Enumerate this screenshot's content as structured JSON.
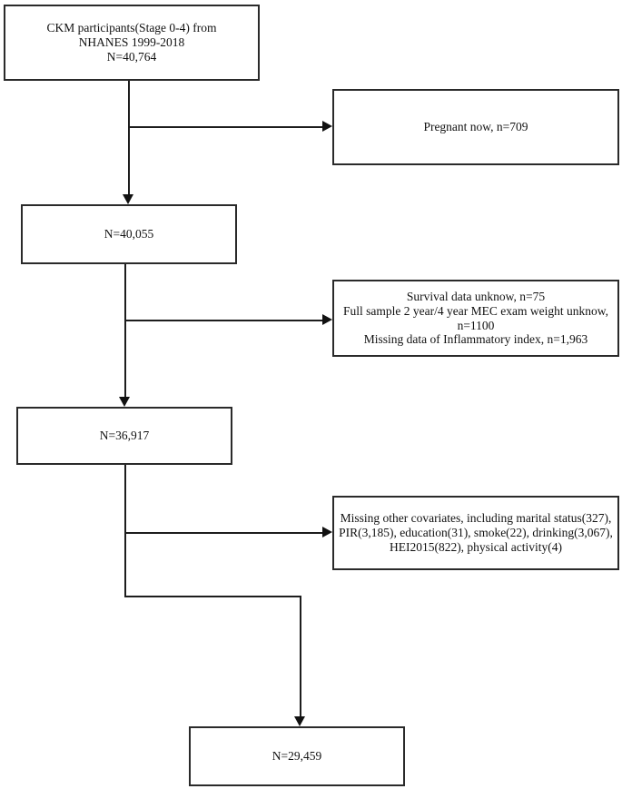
{
  "diagram": {
    "type": "participant-flowchart",
    "colors": {
      "background": "#ffffff",
      "line": "#1d1d1d",
      "text": "#111111"
    },
    "boxes": {
      "ckm": {
        "lines": [
          "CKM participants(Stage 0-4) from",
          "NHANES 1999-2018",
          "N=40,764"
        ]
      },
      "pregnant": {
        "lines": [
          "Pregnant now, n=709"
        ]
      },
      "n40055": {
        "lines": [
          "N=40,055"
        ]
      },
      "exclusion2": {
        "lines": [
          "Survival data unknow, n=75",
          "Full sample 2 year/4 year MEC exam weight unknow,",
          "n=1100",
          "Missing  data of Inflammatory index, n=1,963"
        ]
      },
      "n36917": {
        "lines": [
          "N=36,917"
        ]
      },
      "exclusion3": {
        "lines": [
          "Missing other covariates, including marital status(327),",
          "PIR(3,185), education(31), smoke(22), drinking(3,067),",
          "HEI2015(822), physical activity(4)"
        ]
      },
      "n29459": {
        "lines": [
          "N=29,459"
        ]
      }
    }
  }
}
